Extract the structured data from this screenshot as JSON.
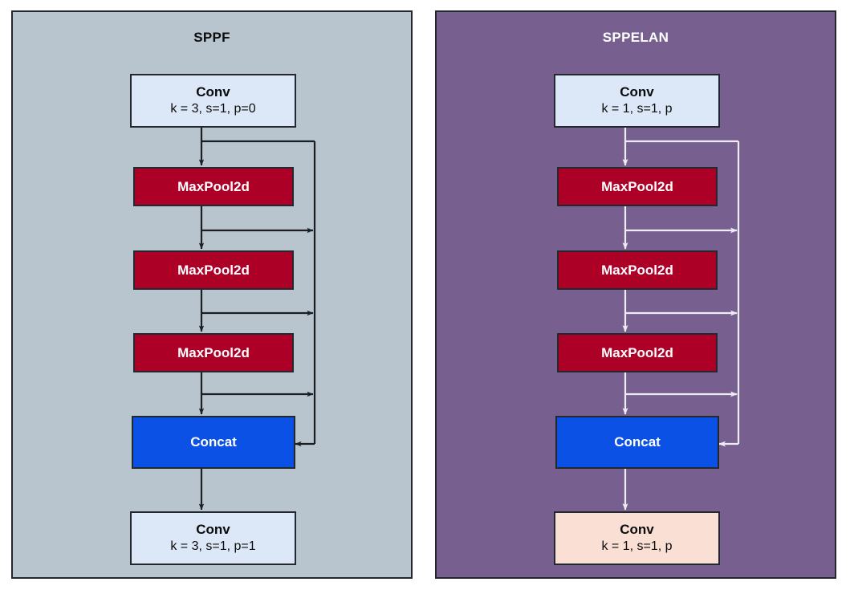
{
  "figure": {
    "type": "diagram",
    "description": "Side-by-side comparison of SPPF and SPPELAN module architectures",
    "panels": [
      {
        "id": "sppf",
        "title": "SPPF",
        "panel_color": "#b8c4ce",
        "arrow_color": "#1b1f24",
        "title_color": "#0d0d0d",
        "nodes": [
          {
            "id": "conv-top",
            "line1": "Conv",
            "line2": "k = 3, s=1, p=0",
            "fill": "#dce8f7",
            "kind": "conv"
          },
          {
            "id": "maxpool-1",
            "line1": "MaxPool2d",
            "line2": "",
            "fill": "#ad0026",
            "kind": "maxpool"
          },
          {
            "id": "maxpool-2",
            "line1": "MaxPool2d",
            "line2": "",
            "fill": "#ad0026",
            "kind": "maxpool"
          },
          {
            "id": "maxpool-3",
            "line1": "MaxPool2d",
            "line2": "",
            "fill": "#ad0026",
            "kind": "maxpool"
          },
          {
            "id": "concat",
            "line1": "Concat",
            "line2": "",
            "fill": "#0c51e6",
            "kind": "concat"
          },
          {
            "id": "conv-bottom",
            "line1": "Conv",
            "line2": "k = 3, s=1, p=1",
            "fill": "#dce8f7",
            "kind": "conv"
          }
        ]
      },
      {
        "id": "sppelan",
        "title": "SPPELAN",
        "panel_color": "#77608f",
        "arrow_color": "#ececf2",
        "title_color": "#ffffff",
        "nodes": [
          {
            "id": "conv-top",
            "line1": "Conv",
            "line2": "k = 1, s=1, p",
            "fill": "#dce8f7",
            "kind": "conv"
          },
          {
            "id": "maxpool-1",
            "line1": "MaxPool2d",
            "line2": "",
            "fill": "#ad0026",
            "kind": "maxpool"
          },
          {
            "id": "maxpool-2",
            "line1": "MaxPool2d",
            "line2": "",
            "fill": "#ad0026",
            "kind": "maxpool"
          },
          {
            "id": "maxpool-3",
            "line1": "MaxPool2d",
            "line2": "",
            "fill": "#ad0026",
            "kind": "maxpool"
          },
          {
            "id": "concat",
            "line1": "Concat",
            "line2": "",
            "fill": "#0c51e6",
            "kind": "concat"
          },
          {
            "id": "conv-bottom",
            "line1": "Conv",
            "line2": "k = 1, s=1, p",
            "fill": "#fadfd4",
            "kind": "conv"
          }
        ]
      }
    ],
    "edges": [
      {
        "from": "conv-top",
        "to": "maxpool-1",
        "style": "straight-down"
      },
      {
        "from": "maxpool-1",
        "to": "maxpool-2",
        "style": "straight-down"
      },
      {
        "from": "maxpool-2",
        "to": "maxpool-3",
        "style": "straight-down"
      },
      {
        "from": "maxpool-3",
        "to": "concat",
        "style": "straight-down"
      },
      {
        "from": "concat",
        "to": "conv-bottom",
        "style": "straight-down"
      },
      {
        "from": "conv-top",
        "to": "concat",
        "style": "skip-right-bus"
      },
      {
        "from": "maxpool-1",
        "to": "concat",
        "style": "skip-right-bus"
      },
      {
        "from": "maxpool-2",
        "to": "concat",
        "style": "skip-right-bus"
      },
      {
        "from": "maxpool-3",
        "to": "concat",
        "style": "skip-right-bus"
      }
    ]
  }
}
